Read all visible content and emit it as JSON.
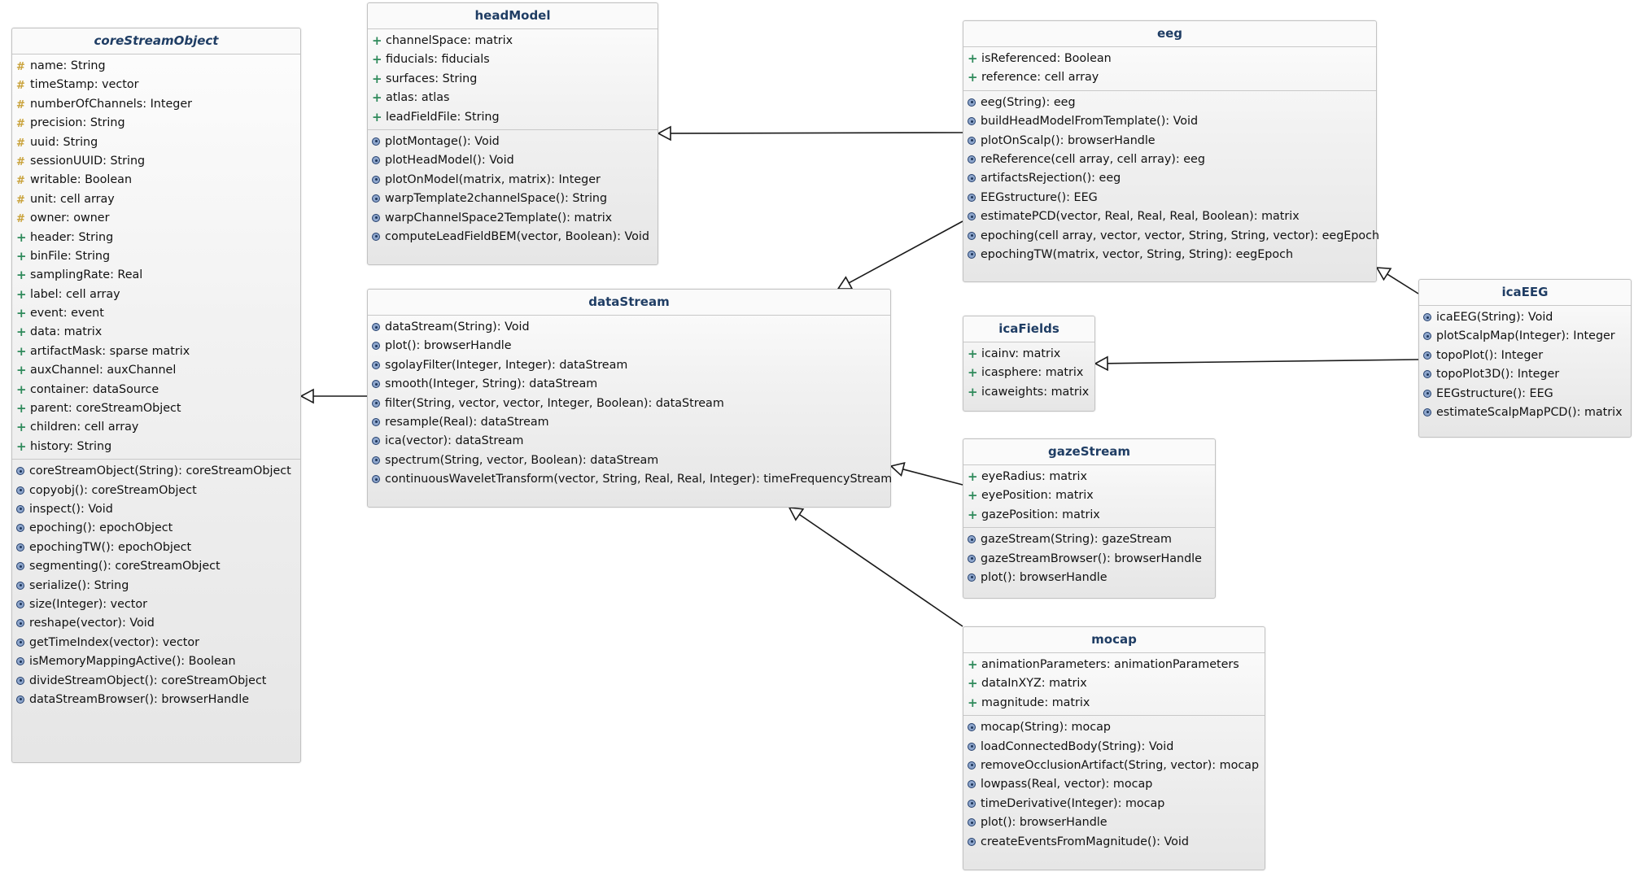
{
  "colors": {
    "title_text": "#1f3d64",
    "public_marker": "#2f8a5b",
    "protected_marker": "#c9a23a",
    "operation_marker": "#8ea6cc",
    "line": "#1a1a1a"
  },
  "classes": [
    {
      "id": "coreStreamObject",
      "name": "coreStreamObject",
      "abstract": true,
      "attributes": [
        {
          "v": "#",
          "text": "name: String"
        },
        {
          "v": "#",
          "text": "timeStamp: vector"
        },
        {
          "v": "#",
          "text": "numberOfChannels: Integer"
        },
        {
          "v": "#",
          "text": "precision: String"
        },
        {
          "v": "#",
          "text": "uuid: String"
        },
        {
          "v": "#",
          "text": "sessionUUID: String"
        },
        {
          "v": "#",
          "text": "writable: Boolean"
        },
        {
          "v": "#",
          "text": "unit: cell array"
        },
        {
          "v": "#",
          "text": "owner: owner"
        },
        {
          "v": "+",
          "text": "header: String"
        },
        {
          "v": "+",
          "text": "binFile: String"
        },
        {
          "v": "+",
          "text": "samplingRate: Real"
        },
        {
          "v": "+",
          "text": "label: cell array"
        },
        {
          "v": "+",
          "text": "event: event"
        },
        {
          "v": "+",
          "text": "data: matrix"
        },
        {
          "v": "+",
          "text": "artifactMask: sparse matrix"
        },
        {
          "v": "+",
          "text": "auxChannel: auxChannel"
        },
        {
          "v": "+",
          "text": "container: dataSource"
        },
        {
          "v": "+",
          "text": "parent: coreStreamObject"
        },
        {
          "v": "+",
          "text": "children: cell array"
        },
        {
          "v": "+",
          "text": "history: String"
        }
      ],
      "operations": [
        "coreStreamObject(String): coreStreamObject",
        "copyobj(): coreStreamObject",
        "inspect(): Void",
        "epoching(): epochObject",
        "epochingTW(): epochObject",
        "segmenting(): coreStreamObject",
        "serialize(): String",
        "size(Integer): vector",
        "reshape(vector): Void",
        "getTimeIndex(vector): vector",
        "isMemoryMappingActive(): Boolean",
        "divideStreamObject(): coreStreamObject",
        "dataStreamBrowser(): browserHandle"
      ]
    },
    {
      "id": "headModel",
      "name": "headModel",
      "abstract": false,
      "attributes": [
        {
          "v": "+",
          "text": "channelSpace: matrix"
        },
        {
          "v": "+",
          "text": "fiducials: fiducials"
        },
        {
          "v": "+",
          "text": "surfaces: String"
        },
        {
          "v": "+",
          "text": "atlas: atlas"
        },
        {
          "v": "+",
          "text": "leadFieldFile: String"
        }
      ],
      "operations": [
        "plotMontage(): Void",
        "plotHeadModel(): Void",
        "plotOnModel(matrix, matrix): Integer",
        "warpTemplate2channelSpace(): String",
        "warpChannelSpace2Template(): matrix",
        "computeLeadFieldBEM(vector, Boolean): Void"
      ]
    },
    {
      "id": "dataStream",
      "name": "dataStream",
      "abstract": false,
      "attributes": [],
      "operations": [
        "dataStream(String): Void",
        "plot(): browserHandle",
        "sgolayFilter(Integer, Integer): dataStream",
        "smooth(Integer, String): dataStream",
        "filter(String, vector, vector, Integer, Boolean): dataStream",
        "resample(Real): dataStream",
        "ica(vector): dataStream",
        "spectrum(String, vector, Boolean): dataStream",
        "continuousWaveletTransform(vector, String, Real, Real, Integer): timeFrequencyStream"
      ]
    },
    {
      "id": "eeg",
      "name": "eeg",
      "abstract": false,
      "attributes": [
        {
          "v": "+",
          "text": "isReferenced: Boolean"
        },
        {
          "v": "+",
          "text": "reference: cell array"
        }
      ],
      "operations": [
        "eeg(String): eeg",
        "buildHeadModelFromTemplate(): Void",
        "plotOnScalp(): browserHandle",
        "reReference(cell array, cell array): eeg",
        "artifactsRejection(): eeg",
        "EEGstructure(): EEG",
        "estimatePCD(vector, Real, Real, Real, Boolean): matrix",
        "epoching(cell array, vector, vector, String, String, vector): eegEpoch",
        "epochingTW(matrix, vector, String, String): eegEpoch"
      ]
    },
    {
      "id": "icaFields",
      "name": "icaFields",
      "abstract": false,
      "attributes": [
        {
          "v": "+",
          "text": "icainv: matrix"
        },
        {
          "v": "+",
          "text": "icasphere: matrix"
        },
        {
          "v": "+",
          "text": "icaweights: matrix"
        }
      ],
      "operations": []
    },
    {
      "id": "icaEEG",
      "name": "icaEEG",
      "abstract": false,
      "attributes": [],
      "operations": [
        "icaEEG(String): Void",
        "plotScalpMap(Integer): Integer",
        "topoPlot(): Integer",
        "topoPlot3D(): Integer",
        "EEGstructure(): EEG",
        "estimateScalpMapPCD(): matrix"
      ]
    },
    {
      "id": "gazeStream",
      "name": "gazeStream",
      "abstract": false,
      "attributes": [
        {
          "v": "+",
          "text": "eyeRadius: matrix"
        },
        {
          "v": "+",
          "text": "eyePosition: matrix"
        },
        {
          "v": "+",
          "text": "gazePosition: matrix"
        }
      ],
      "operations": [
        "gazeStream(String): gazeStream",
        "gazeStreamBrowser(): browserHandle",
        "plot(): browserHandle"
      ]
    },
    {
      "id": "mocap",
      "name": "mocap",
      "abstract": false,
      "attributes": [
        {
          "v": "+",
          "text": "animationParameters: animationParameters"
        },
        {
          "v": "+",
          "text": "dataInXYZ: matrix"
        },
        {
          "v": "+",
          "text": "magnitude: matrix"
        }
      ],
      "operations": [
        "mocap(String): mocap",
        "loadConnectedBody(String): Void",
        "removeOcclusionArtifact(String, vector): mocap",
        "lowpass(Real, vector): mocap",
        "timeDerivative(Integer): mocap",
        "plot(): browserHandle",
        "createEventsFromMagnitude(): Void"
      ]
    }
  ],
  "relations": [
    {
      "type": "generalization",
      "from": "dataStream",
      "to": "coreStreamObject"
    },
    {
      "type": "generalization",
      "from": "eeg",
      "to": "headModel"
    },
    {
      "type": "generalization",
      "from": "eeg",
      "to": "dataStream"
    },
    {
      "type": "generalization",
      "from": "gazeStream",
      "to": "dataStream"
    },
    {
      "type": "generalization",
      "from": "mocap",
      "to": "dataStream"
    },
    {
      "type": "generalization",
      "from": "icaEEG",
      "to": "eeg"
    },
    {
      "type": "generalization",
      "from": "icaEEG",
      "to": "icaFields"
    }
  ]
}
